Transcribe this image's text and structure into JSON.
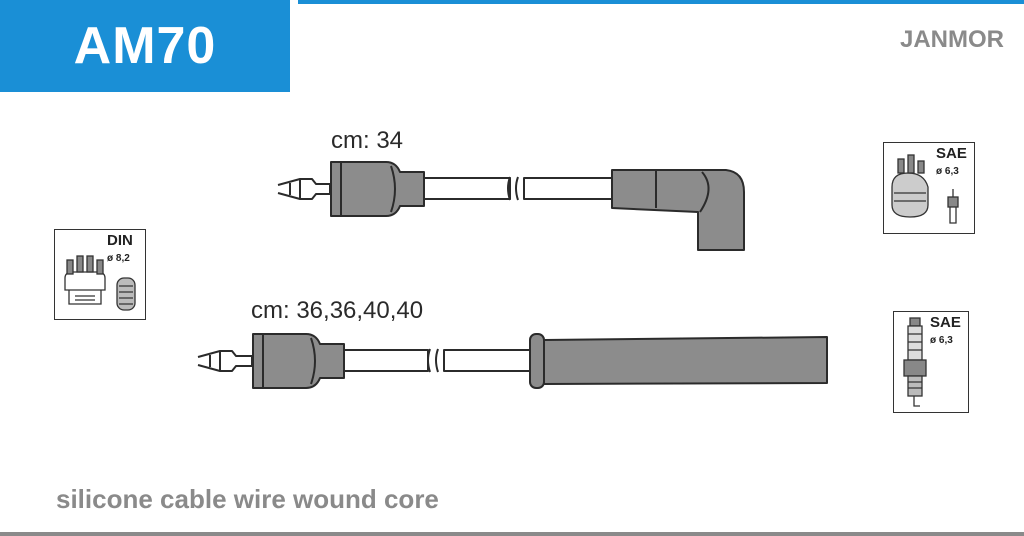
{
  "header": {
    "code": "AM70",
    "brand": "JANMOR"
  },
  "cables": [
    {
      "length_label": "cm: 34"
    },
    {
      "length_label": "cm: 36,36,40,40"
    }
  ],
  "badges": {
    "distributor": {
      "standard": "DIN",
      "diameter": "ø 8,2"
    },
    "coil": {
      "standard": "SAE",
      "diameter": "ø 6,3"
    },
    "plug": {
      "standard": "SAE",
      "diameter": "ø 6,3"
    }
  },
  "footer": {
    "description": "silicone cable wire wound core"
  },
  "colors": {
    "banner": "#1a8fd6",
    "brand_text": "#8a8a8a",
    "footer_text": "#8a8a8a",
    "boot_fill": "#8c8c8c",
    "outline": "#2b2b2b"
  }
}
